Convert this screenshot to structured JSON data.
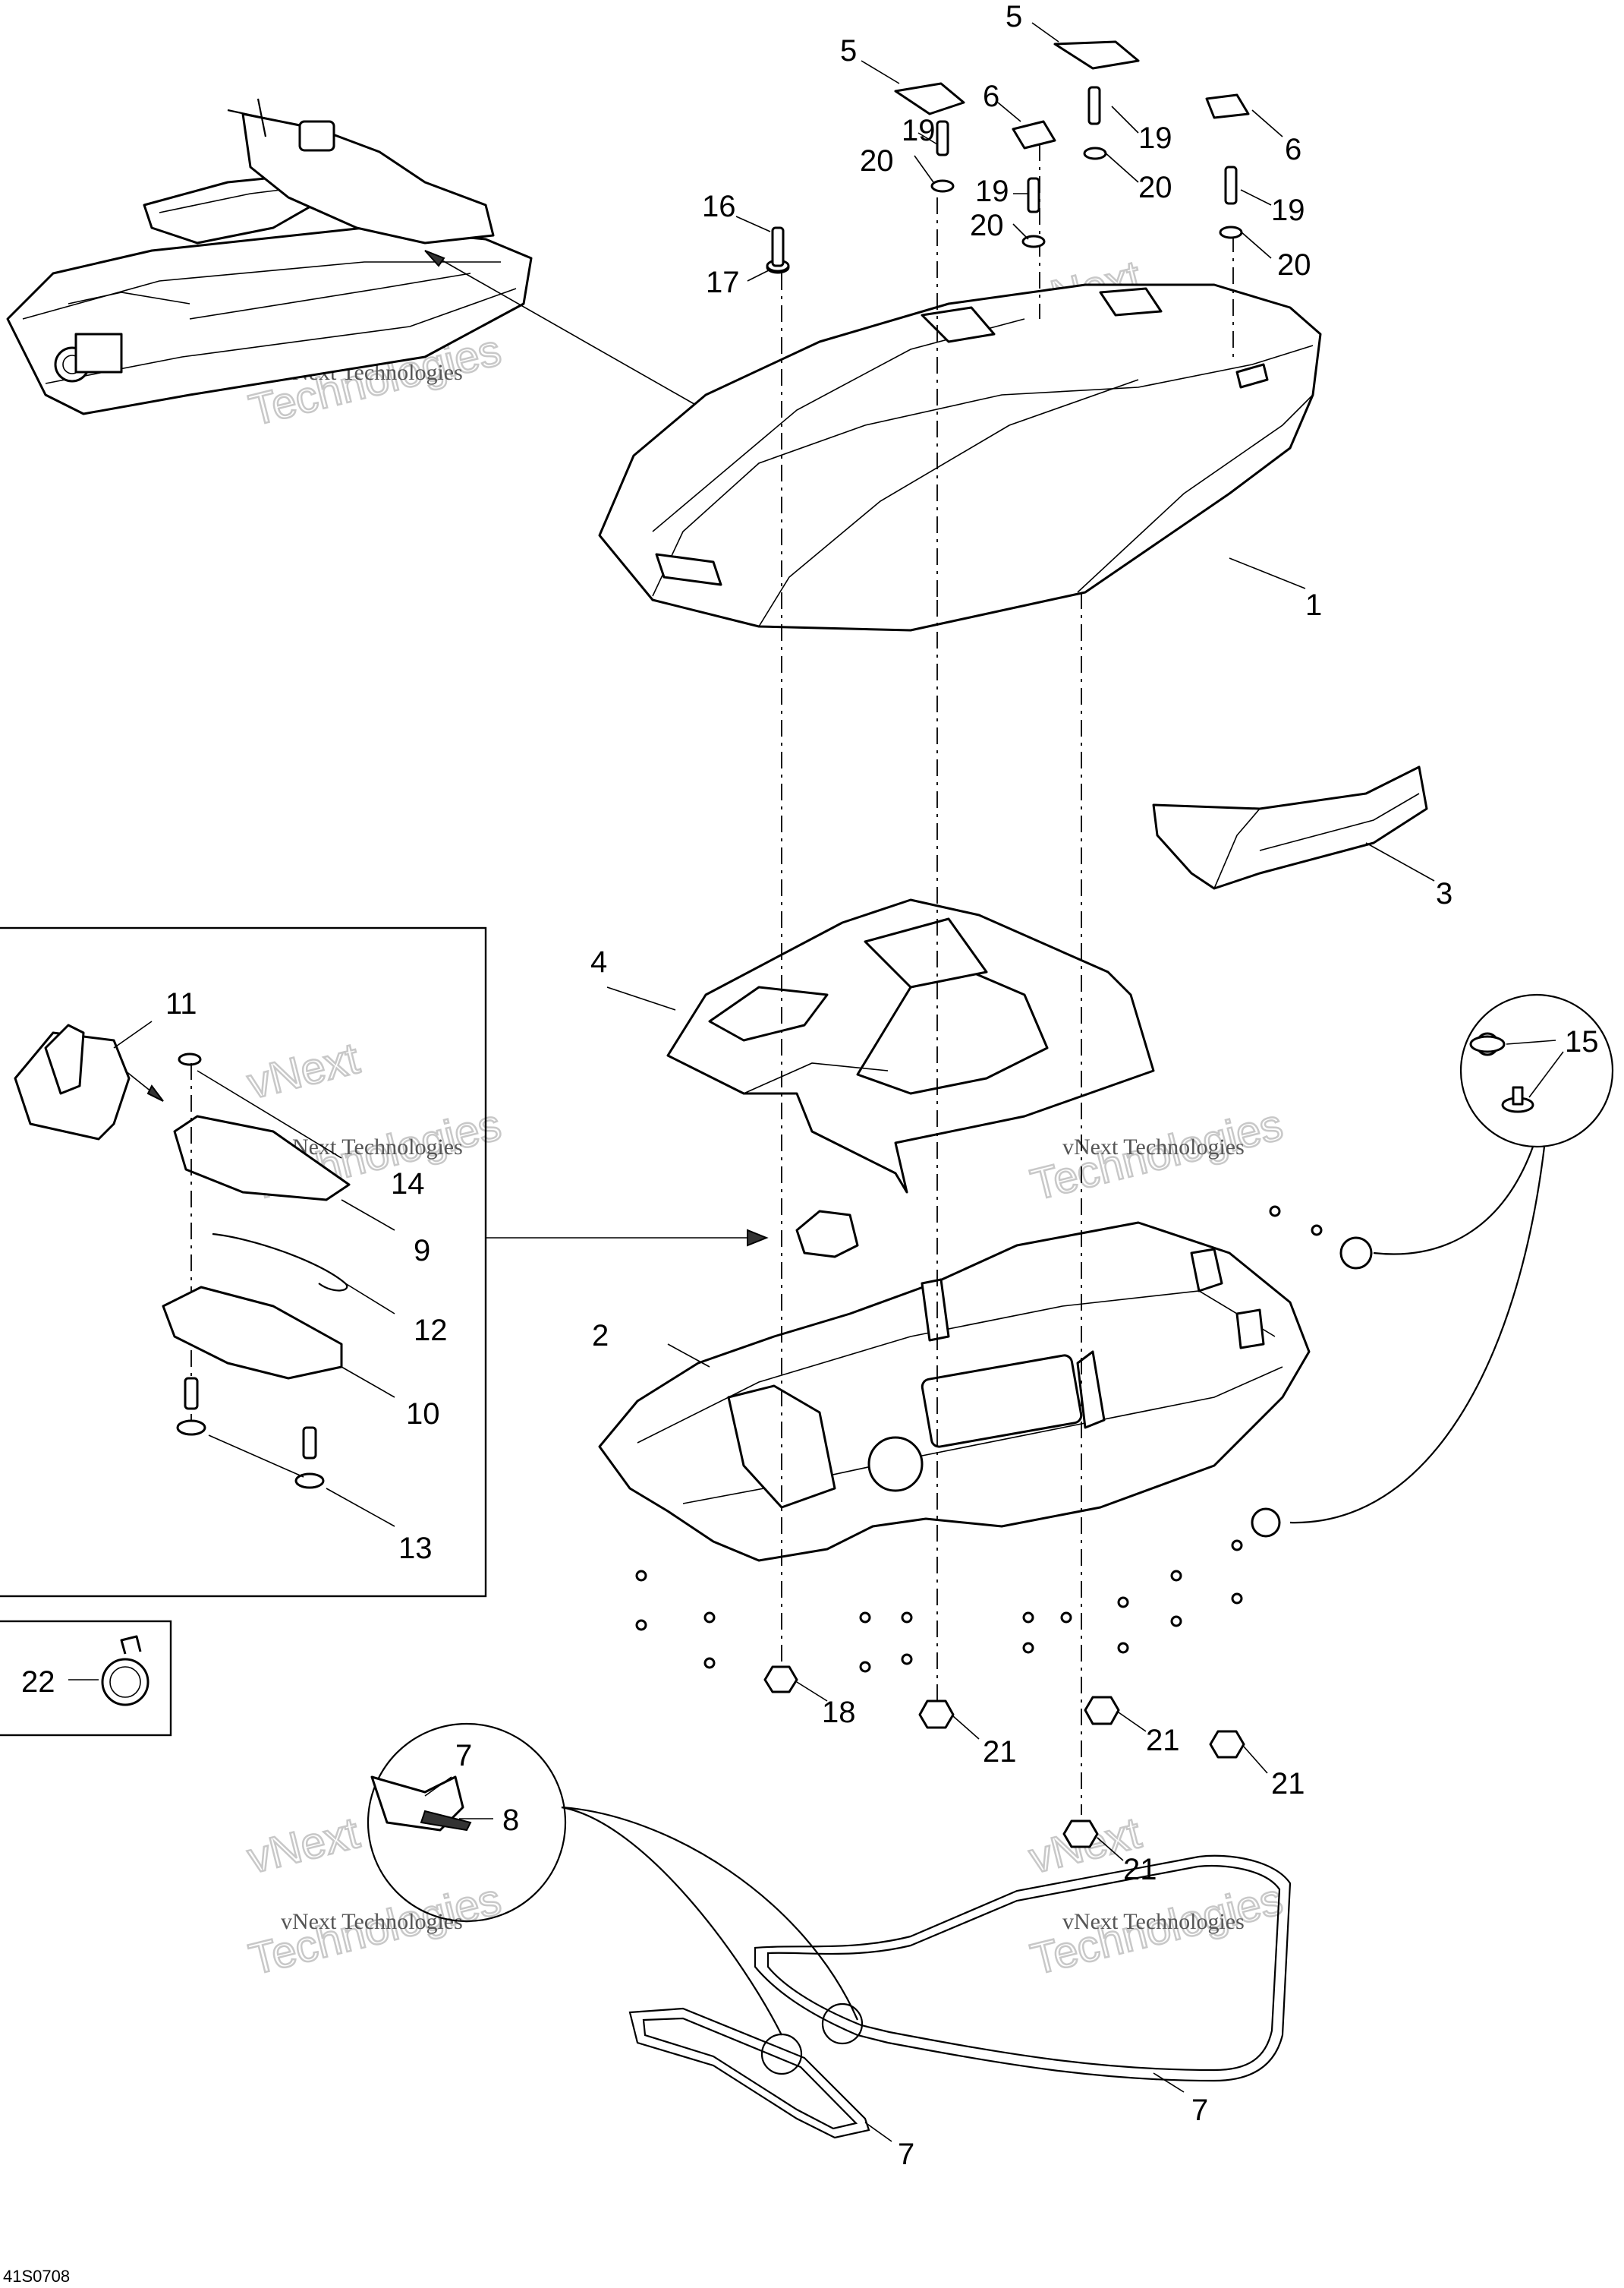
{
  "figure_code": "41S0708",
  "watermark": {
    "line1": "vNext Technologies",
    "line2": "vNext",
    "line3": "Technologies"
  },
  "callouts": {
    "c1": "1",
    "c2": "2",
    "c3": "3",
    "c4": "4",
    "c5a": "5",
    "c5b": "5",
    "c6a": "6",
    "c6b": "6",
    "c7a": "7",
    "c7b": "7",
    "c7c": "7",
    "c8": "8",
    "c9": "9",
    "c10": "10",
    "c11": "11",
    "c12": "12",
    "c13": "13",
    "c14": "14",
    "c15": "15",
    "c16": "16",
    "c17": "17",
    "c18": "18",
    "c19a": "19",
    "c19b": "19",
    "c19c": "19",
    "c19d": "19",
    "c20a": "20",
    "c20b": "20",
    "c20c": "20",
    "c20d": "20",
    "c21a": "21",
    "c21b": "21",
    "c21c": "21",
    "c21d": "21",
    "c22": "22"
  }
}
